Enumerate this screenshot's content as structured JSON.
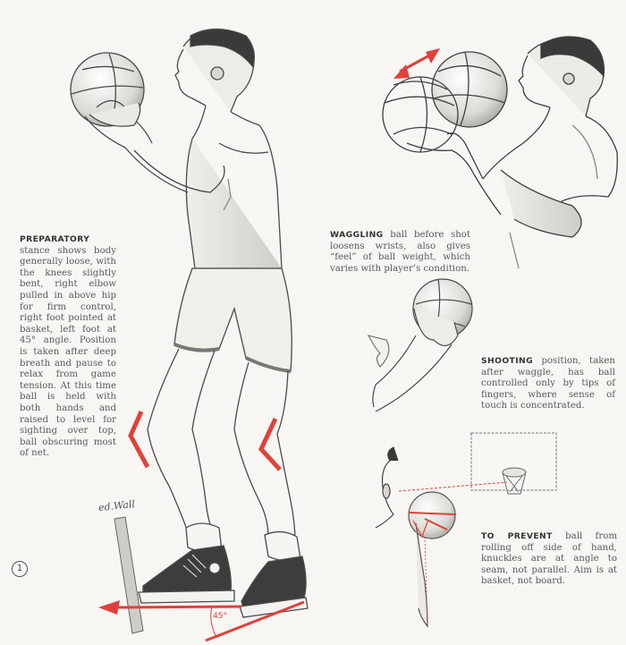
{
  "page": {
    "figure_number": "1",
    "signature": "ed.Wall",
    "angle_label": "45°",
    "accent_color": "#e0413b",
    "ink_color": "#4a4a4a",
    "paper_color": "#f7f6f2"
  },
  "captions": {
    "preparatory": {
      "lead": "PREPARATORY",
      "body": " stance shows body generally loose, with the knees slightly bent, right elbow pulled in above hip for firm control, right foot pointed at basket, left foot at 45° angle. Position is taken after deep breath and pause to relax from game tension. At this time ball is held with both hands and raised to level for sighting over top, ball obscuring most of net."
    },
    "waggling": {
      "lead": "WAGGLING",
      "body": " ball before shot loosens wrists, also gives “feel” of ball weight, which varies with player’s condition."
    },
    "shooting": {
      "lead": "SHOOTING",
      "body": " position, taken after waggle, has ball controlled only by tips of fingers, where sense of touch is concentrated."
    },
    "prevent": {
      "lead": "TO PREVENT",
      "body": " ball from rolling off side of hand, knuckles are at angle to seam, not parallel. Aim is at basket, not board."
    }
  },
  "illustrations": [
    {
      "name": "preparatory-stance-figure",
      "description": "Full-body player holding ball at eye level, knees bent"
    },
    {
      "name": "waggling-figure",
      "description": "Upper body waggling ball with double-headed red arrow"
    },
    {
      "name": "shooting-hand-figure",
      "description": "Arm and fingertips controlling ball"
    },
    {
      "name": "aim-diagram",
      "description": "Head sighting over ball to basket on backboard with red dashed sight line"
    }
  ]
}
